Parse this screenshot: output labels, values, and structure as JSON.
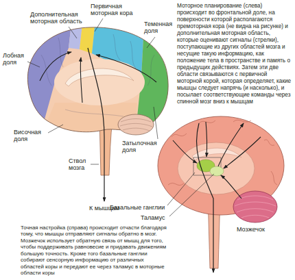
{
  "diagram": {
    "labels": [
      "Первичная моторная кора",
      "Дополнительная моторная область",
      "Теменная доля",
      "Лобная доля",
      "Моторное планирование (слева) происходит во фронтальной доле, на поверхности которой располагаются премоторная кора (не видна на рисунке) и дополнительная моторная область, которые оценивают сигналы (стрелки), поступающие из других областей мозга и несущие такую информацию, как положение тела в пространстве и память о предыдущих действиях. Затем эти две области связываются с первичной моторной корой, которая определяет, какие мышцы следует напрячь (и насколько), и посылает соответствующие команды через спинной мозг вниз к мышцам",
      "Височная доля",
      "Затылочная доля",
      "Ствол мозга",
      "К мышцам",
      "Базальные ганглии",
      "Таламус",
      "Мозжечок",
      "Точная настройка (справа) происходит отчасти благодаря тому, что мышцы отправляют сигналы обратно в мозг. Мозжечок использует обратную связь от мышц для того, чтобы поддерживать равновесие и придавать движениям большую точность. Кроме того базальные ганглии собирают сенсорную информацию от различных областей коры и передают ее через таламус в моторные области коры"
    ]
  }
}
